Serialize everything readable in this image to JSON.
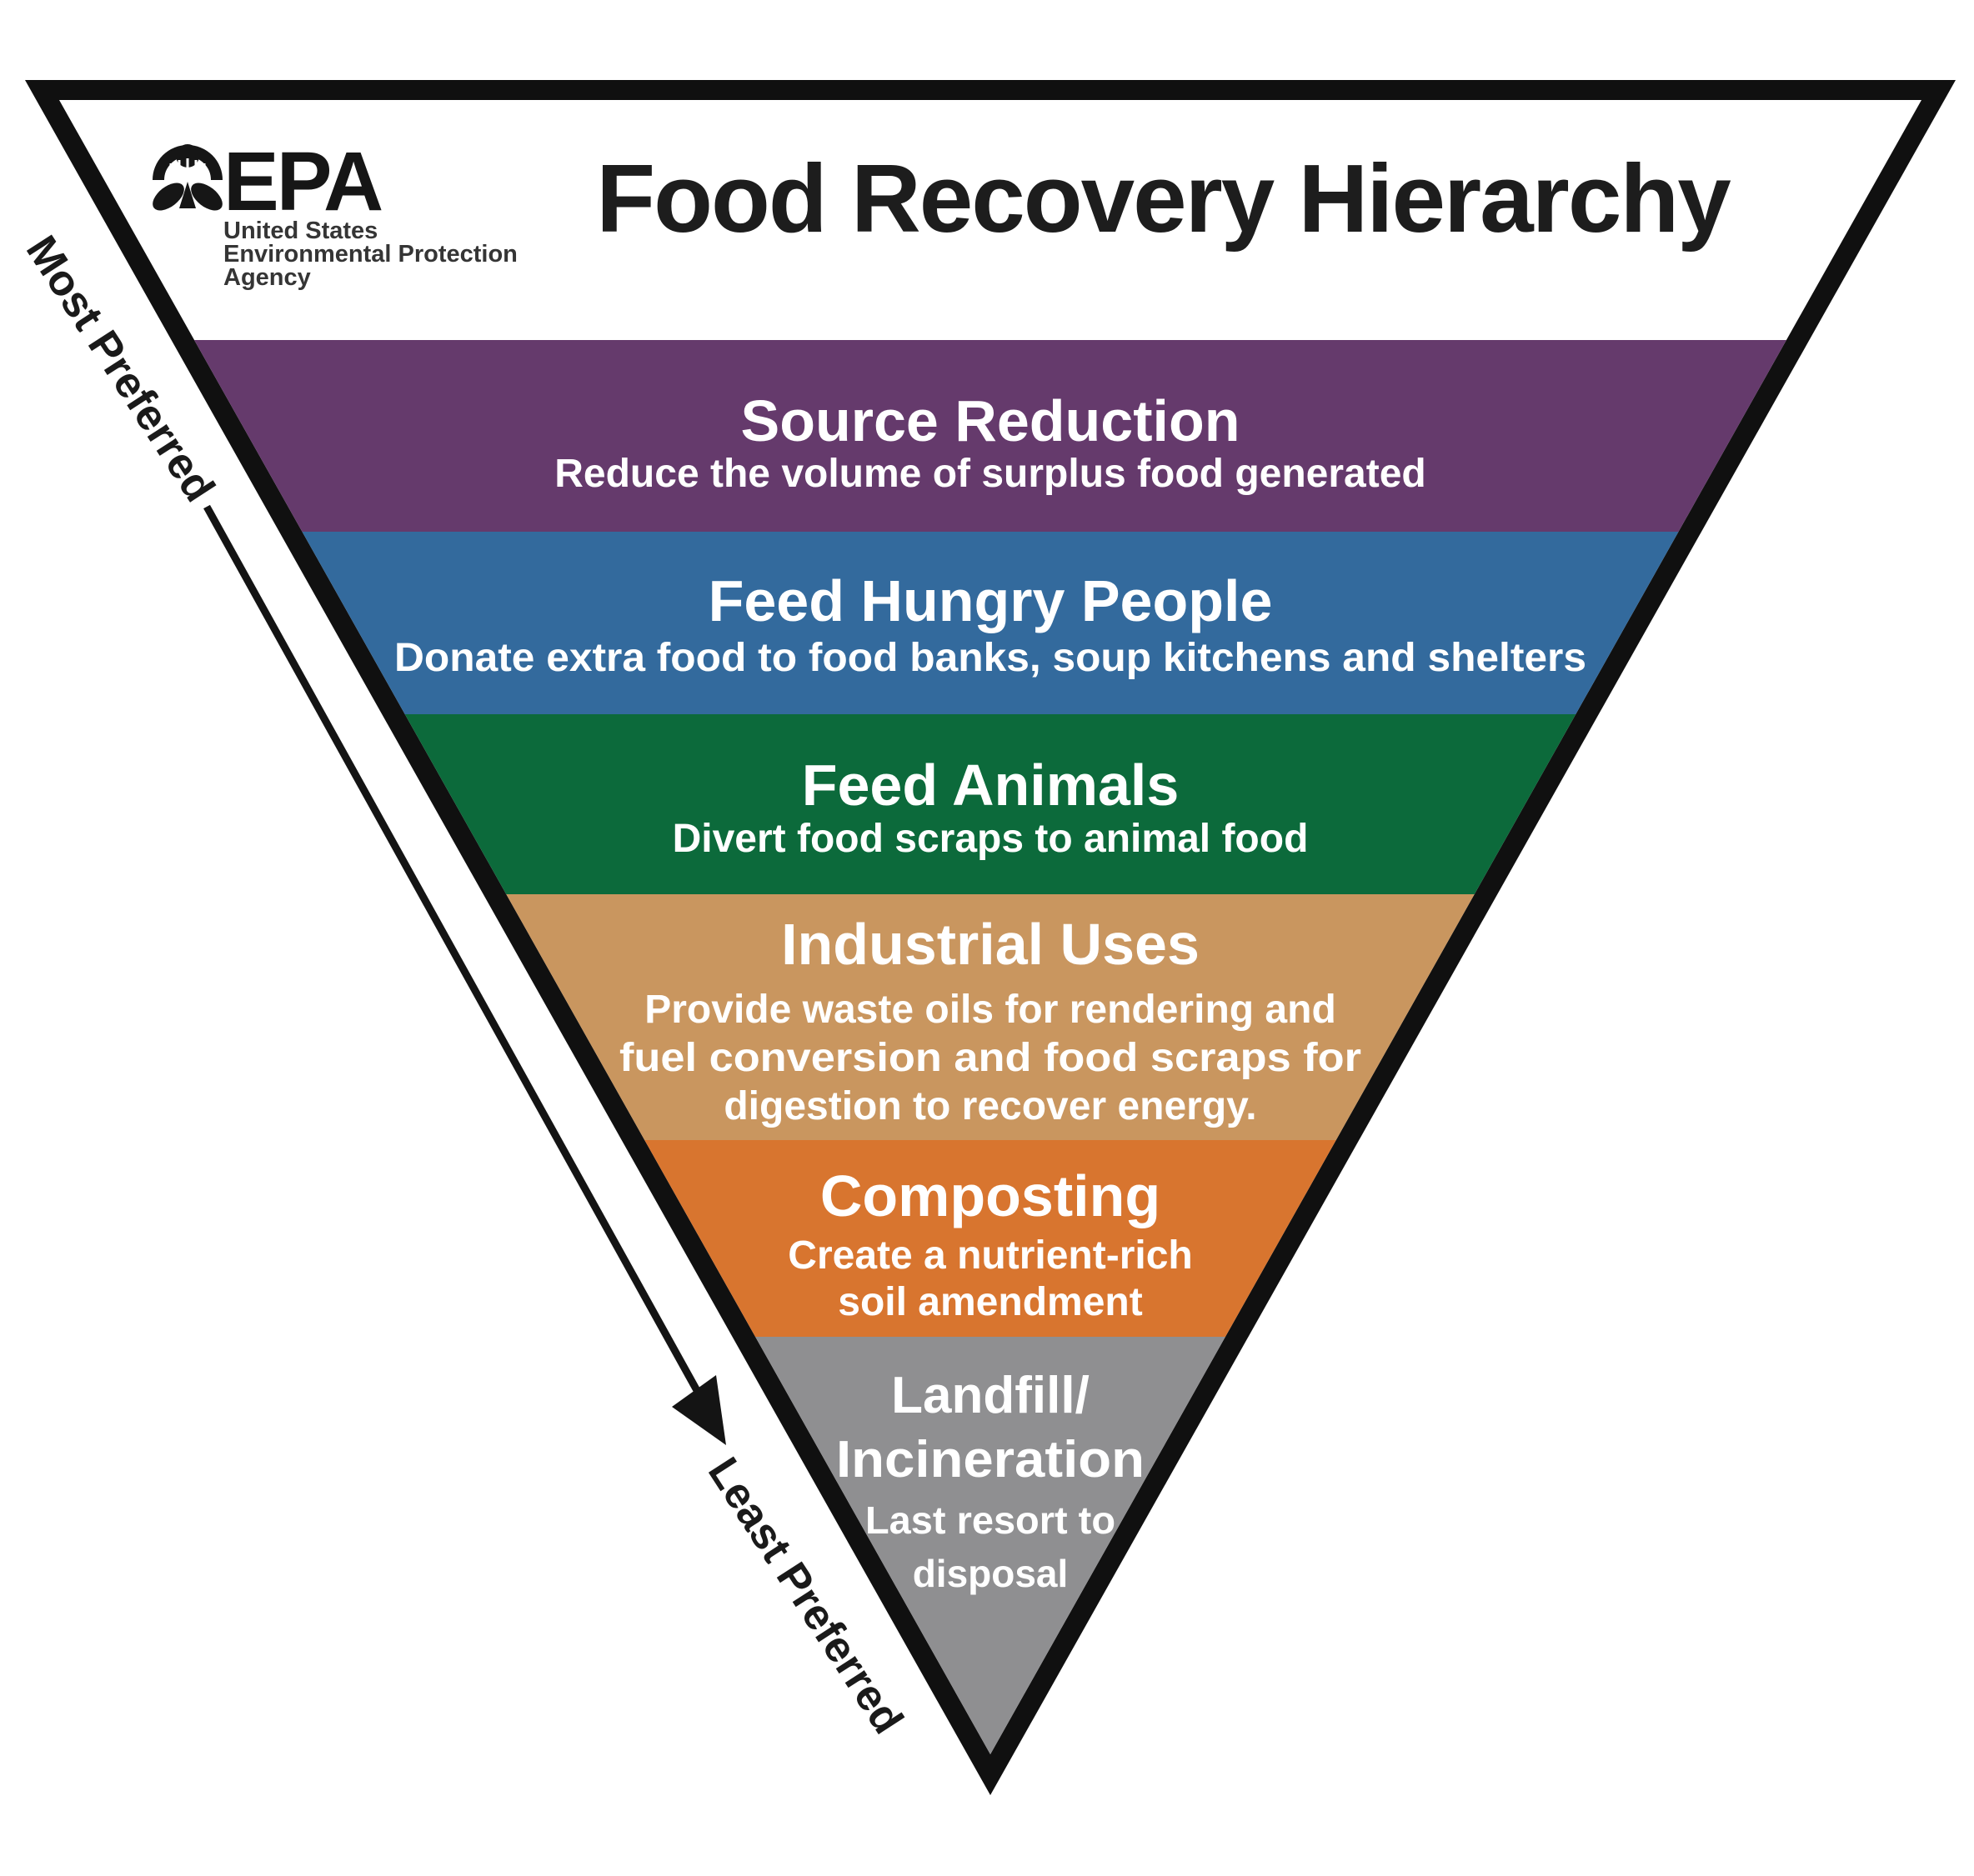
{
  "poster": {
    "title": "Food Recovery Hierarchy",
    "logo": {
      "acronym": "EPA",
      "org_lines": [
        "United States",
        "Environmental Protection",
        "Agency"
      ]
    },
    "scale": {
      "most_label": "Most Preferred",
      "least_label": "Least Preferred"
    },
    "levels": [
      {
        "name": "Source Reduction",
        "color": "#653a6c",
        "description_lines": [
          "Reduce the volume of surplus food generated"
        ]
      },
      {
        "name": "Feed Hungry People",
        "color": "#336a9d",
        "description_lines": [
          "Donate extra food to food banks, soup kitchens and shelters"
        ]
      },
      {
        "name": "Feed Animals",
        "color": "#0c6a3b",
        "description_lines": [
          "Divert food scraps to animal food"
        ]
      },
      {
        "name": "Industrial Uses",
        "color": "#c9965f",
        "description_lines": [
          "Provide waste oils for rendering and",
          "fuel conversion and food scraps for",
          "digestion to recover energy."
        ]
      },
      {
        "name": "Composting",
        "color": "#d8752f",
        "description_lines": [
          "Create a nutrient-rich",
          "soil amendment"
        ]
      },
      {
        "name": "Landfill/Incineration",
        "name_lines": [
          "Landfill/",
          "Incineration"
        ],
        "color": "#8f8f91",
        "description_lines": [
          "Last resort to",
          "disposal"
        ]
      }
    ],
    "colors": {
      "outline": "#101010",
      "background": "#ffffff",
      "text_light": "#ffffff",
      "text_dark": "#1d1d1d"
    }
  }
}
